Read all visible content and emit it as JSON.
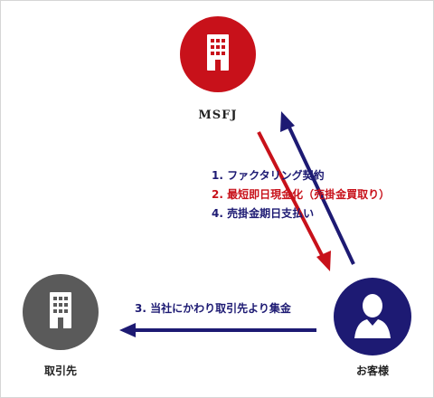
{
  "nodes": {
    "msfj": {
      "label": "MSFJ",
      "color": "#c8111a"
    },
    "supplier": {
      "label": "取引先",
      "color": "#5a5a5a"
    },
    "customer": {
      "label": "お客様",
      "color": "#1d1a73"
    }
  },
  "steps": [
    {
      "text": "1. ファクタリング契約",
      "color": "#1d1a73"
    },
    {
      "text": "2. 最短即日現金化（売掛金買取り）",
      "color": "#c8111a"
    },
    {
      "text": "4. 売掛金期日支払い",
      "color": "#1d1a73"
    },
    {
      "text": "3. 当社にかわり取引先より集金",
      "color": "#1d1a73"
    }
  ],
  "colors": {
    "navy": "#1d1a73",
    "red": "#c8111a",
    "gray": "#5a5a5a"
  }
}
